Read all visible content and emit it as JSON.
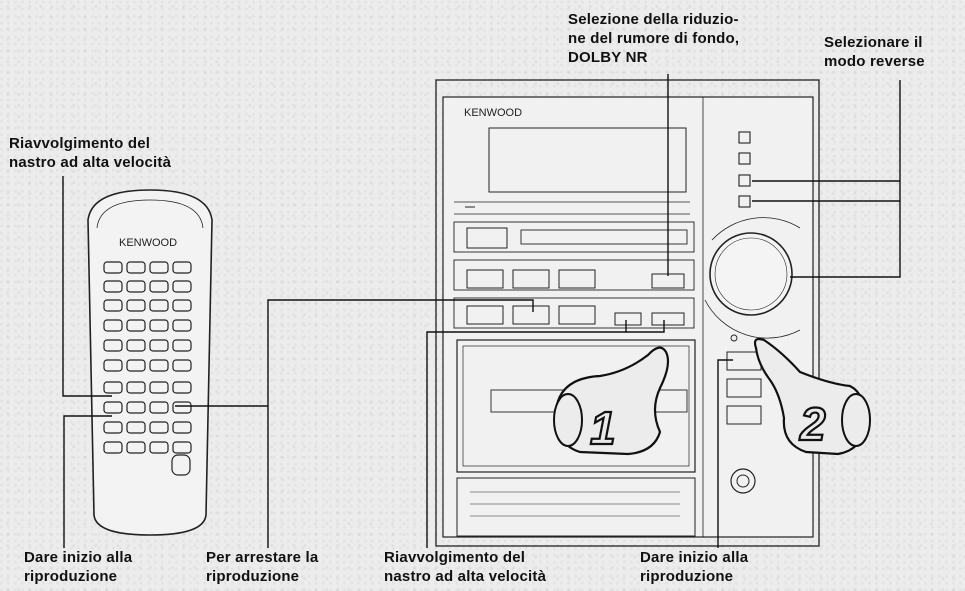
{
  "brand": "KENWOOD",
  "labels": {
    "dolby": "Selezione della riduzio-\nne del rumore di fondo,\nDOLBY NR",
    "reverse": "Selezionare il\nmodo reverse",
    "remote_rewind": "Riavvolgimento del\nnastro ad alta velocità",
    "remote_play": "Dare inizio alla\nriproduzione",
    "stop": "Per arrestare la\nriproduzione",
    "unit_rewind": "Riavvolgimento del\nnastro ad alta velocità",
    "unit_play": "Dare inizio alla\nriproduzione"
  },
  "steps": [
    "1",
    "2"
  ]
}
